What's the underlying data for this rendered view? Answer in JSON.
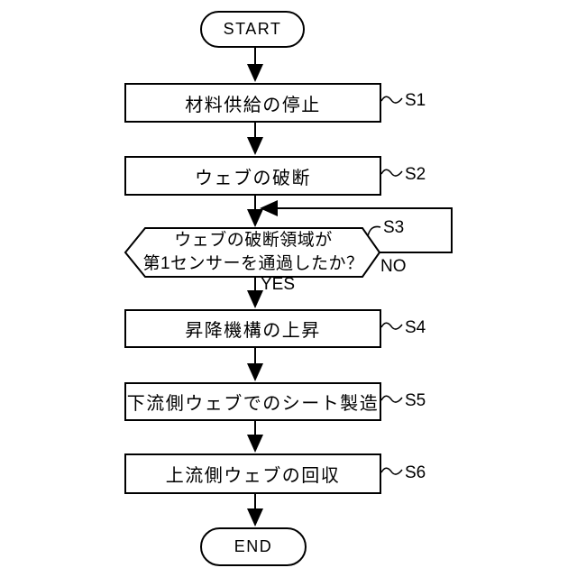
{
  "flow": {
    "start_label": "START",
    "end_label": "END",
    "boxes": [
      {
        "step": "S1",
        "label": "材料供給の停止"
      },
      {
        "step": "S2",
        "label": "ウェブの破断"
      },
      {
        "step": "S4",
        "label": "昇降機構の上昇"
      },
      {
        "step": "S5",
        "label": "下流側ウェブでのシート製造"
      },
      {
        "step": "S6",
        "label": "上流側ウェブの回収"
      }
    ],
    "decision": {
      "step": "S3",
      "question_line1": "ウェブの破断領域が",
      "question_line2": "第1センサーを通過したか？",
      "yes_label": "YES",
      "no_label": "NO"
    },
    "colors": {
      "line": "#000000",
      "background": "#ffffff"
    }
  }
}
